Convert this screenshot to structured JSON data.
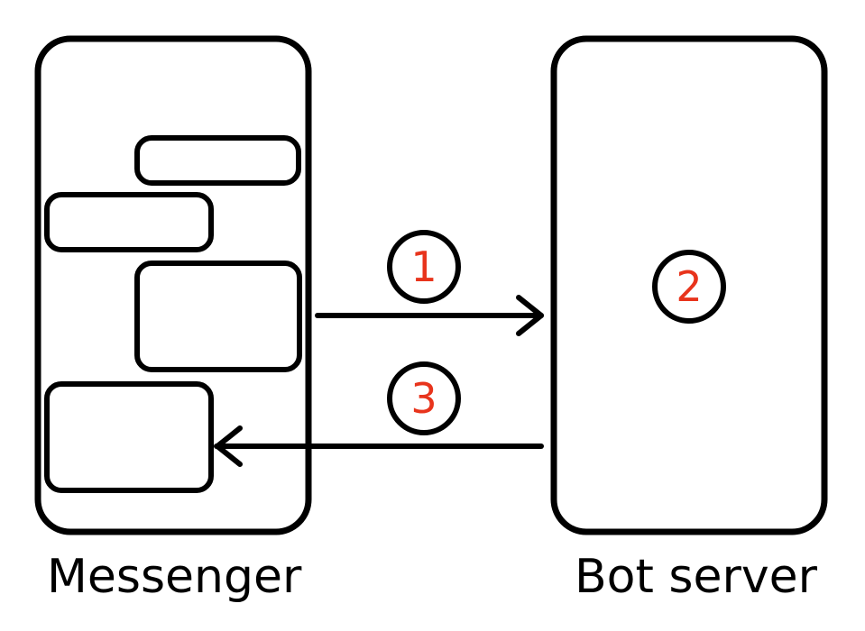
{
  "labels": {
    "messenger": "Messenger",
    "bot_server": "Bot server"
  },
  "steps": [
    {
      "number": "1"
    },
    {
      "number": "2"
    },
    {
      "number": "3"
    }
  ],
  "colors": {
    "stroke": "#000000",
    "step_number": "#e8341c",
    "background": "#ffffff"
  }
}
